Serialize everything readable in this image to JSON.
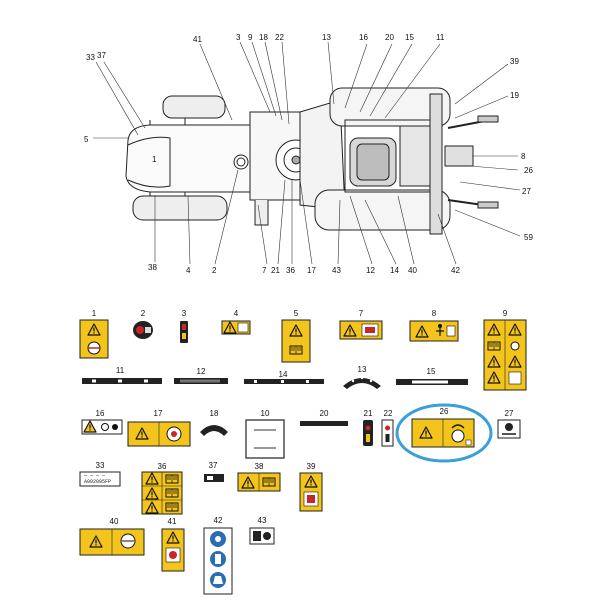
{
  "colors": {
    "decal_yellow": "#f2c41c",
    "decal_border": "#222222",
    "warning_black": "#111111",
    "mandatory_blue": "#2a6db5",
    "highlight_blue": "#3aa0d8",
    "red_accent": "#c8242a"
  },
  "tractor_callouts": {
    "c1": "1",
    "c2": "2",
    "c3": "3",
    "c4": "4",
    "c5": "5",
    "c7": "7",
    "c8": "8",
    "c9": "9",
    "c11": "11",
    "c12": "12",
    "c13": "13",
    "c14": "14",
    "c15": "15",
    "c16": "16",
    "c17": "17",
    "c18": "18",
    "c19": "19",
    "c20": "20",
    "c21": "21",
    "c22": "22",
    "c26": "26",
    "c27": "27",
    "c33": "33",
    "c36": "36",
    "c37": "37",
    "c38": "38",
    "c39": "39",
    "c40": "40",
    "c41": "41",
    "c42": "42",
    "c43": "43",
    "c59": "59",
    "c1_on_hood": "1"
  },
  "decals": {
    "d1": "1",
    "d2": "2",
    "d3": "3",
    "d4": "4",
    "d5": "5",
    "d7": "7",
    "d8": "8",
    "d9": "9",
    "d10": "10",
    "d11": "11",
    "d12": "12",
    "d13": "13",
    "d14": "14",
    "d15": "15",
    "d16": "16",
    "d17": "17",
    "d18": "18",
    "d20": "20",
    "d21": "21",
    "d22": "22",
    "d26": "26",
    "d27": "27",
    "d33": "33",
    "d36": "36",
    "d37": "37",
    "d38": "38",
    "d39": "39",
    "d40": "40",
    "d41": "41",
    "d42": "42",
    "d43": "43"
  },
  "decal_33_text": "A002095FP",
  "highlighted_decal": "26",
  "icons": {
    "warning": "warning-triangle-icon",
    "manual": "operator-manual-icon",
    "highlight": "highlight-ellipse"
  }
}
